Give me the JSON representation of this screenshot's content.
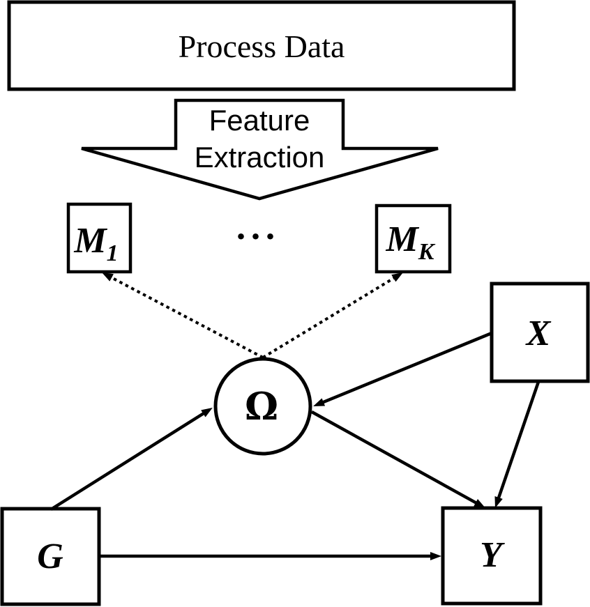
{
  "diagram": {
    "title_box": {
      "label": "Process Data"
    },
    "feature_arrow": {
      "line1": "Feature",
      "line2": "Extraction"
    },
    "nodes": {
      "m1": {
        "base": "M",
        "sub": "1"
      },
      "mk": {
        "base": "M",
        "sub": "K"
      },
      "omega": {
        "label": "Ω"
      },
      "x": {
        "label": "X"
      },
      "g": {
        "label": "G"
      },
      "y": {
        "label": "Y"
      }
    },
    "ellipsis": "···",
    "colors": {
      "stroke": "#000000",
      "fill": "#ffffff",
      "background": "#ffffff"
    }
  }
}
